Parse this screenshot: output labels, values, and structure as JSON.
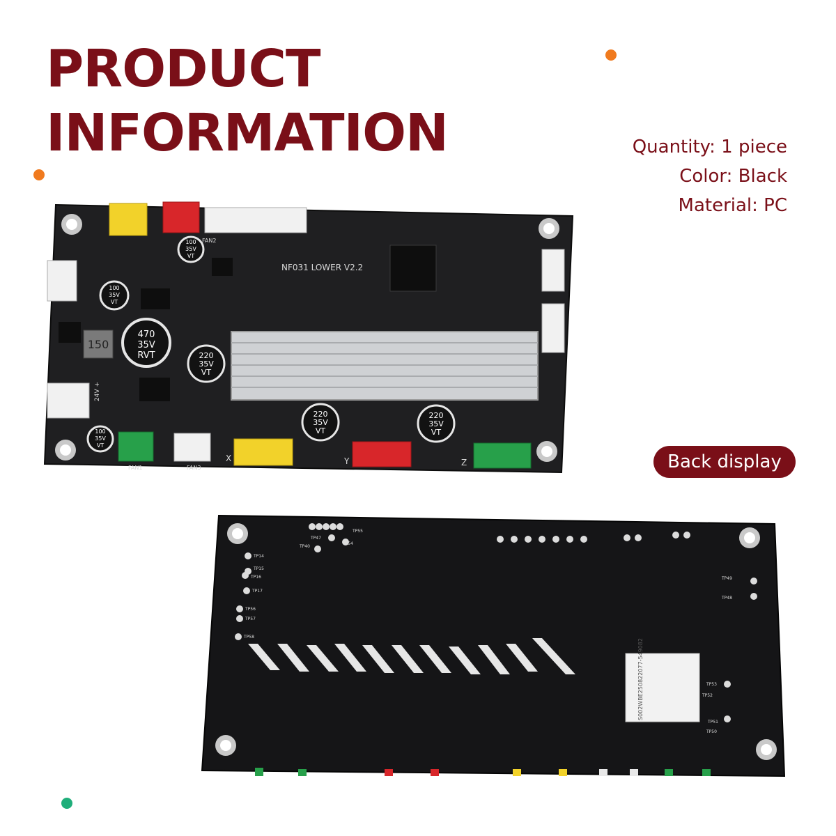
{
  "heading": {
    "line1": "PRODUCT",
    "line2": "INFORMATION"
  },
  "specs": {
    "quantity": "Quantity: 1 piece",
    "color": "Color: Black",
    "material": "Material: PC"
  },
  "badge": {
    "label": "Back display"
  },
  "front_board": {
    "model": "NF031 LOWER V2.2",
    "labels": {
      "x": "X",
      "y": "Y",
      "z": "Z",
      "fan1": "FAN1",
      "fan2": "FAN2",
      "fan3": "FAN3",
      "v24": "24V +"
    },
    "capacitors": {
      "c470": [
        "470",
        "35V",
        "RVT"
      ],
      "c220a": [
        "220",
        "35V",
        "VT"
      ],
      "c220b": [
        "220",
        "35V",
        "VT"
      ],
      "c220c": [
        "220",
        "35V",
        "VT"
      ],
      "c100a": [
        "100",
        "35V",
        "VT"
      ],
      "c100b": [
        "100",
        "35V",
        "VT"
      ],
      "c100c": [
        "100",
        "35V",
        "VT"
      ]
    },
    "inductor": "150"
  },
  "back_board": {
    "tp_left": [
      "TP14",
      "TP15",
      "TP16",
      "TP17",
      "TP56",
      "TP57",
      "TP58"
    ],
    "tp_top": [
      "TP55",
      "TP47",
      "TP54",
      "TP40"
    ],
    "tp_right": [
      "TP49",
      "TP48",
      "TP53",
      "TP52",
      "TP51",
      "TP50"
    ],
    "label_code": "S002WBE250822077-549082"
  },
  "colors": {
    "accent": "#7a0f18",
    "dot_orange": "#f07a1e",
    "dot_green": "#1fae7a"
  }
}
